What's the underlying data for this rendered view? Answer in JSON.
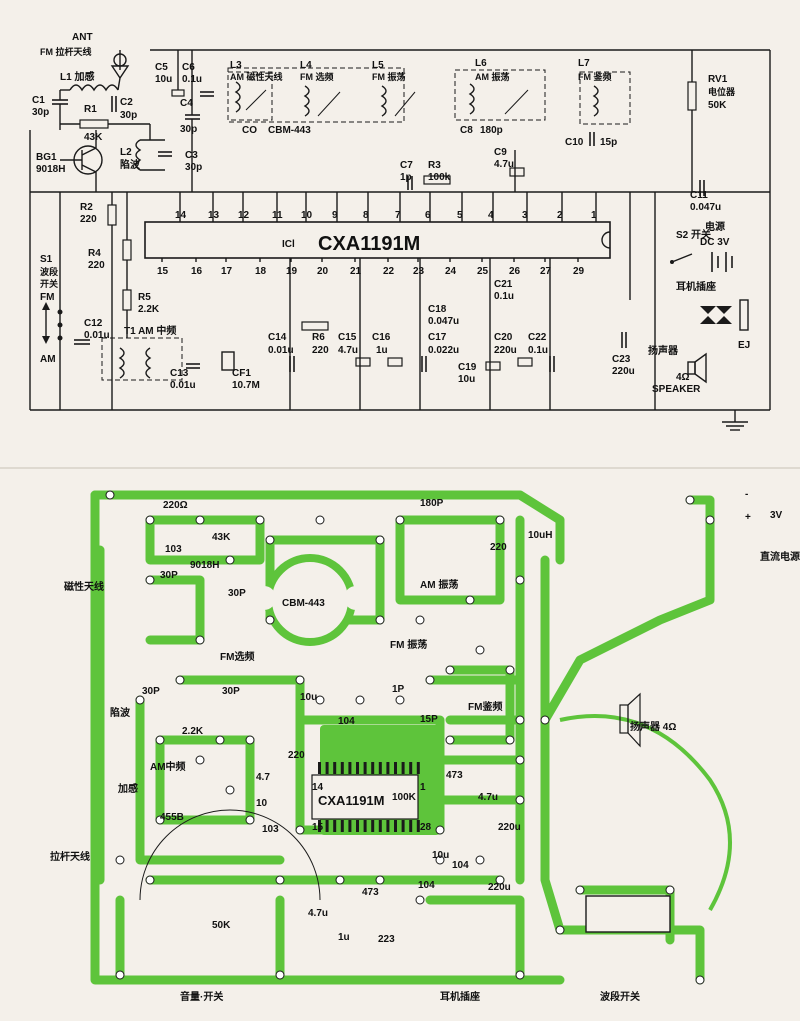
{
  "schematic": {
    "ic_ref": "ICl",
    "ic_name": "CXA1191M",
    "pins_top": [
      "14",
      "13",
      "12",
      "11",
      "10",
      "9",
      "8",
      "7",
      "6",
      "5",
      "4",
      "3",
      "2",
      "1"
    ],
    "pins_bottom": [
      "15",
      "16",
      "17",
      "18",
      "19",
      "20",
      "21",
      "22",
      "23",
      "24",
      "25",
      "26",
      "27",
      "29"
    ],
    "antenna": {
      "ant": "ANT",
      "fm_rod": "FM 拉杆天线"
    },
    "L1": "L1 加感",
    "C1": "C1",
    "C1_val": "30p",
    "R1": "R1",
    "R1_val": "43K",
    "C2": "C2",
    "C2_val": "30p",
    "BG1": "BG1",
    "BG1_val": "9018H",
    "L2": "L2",
    "L2_desc": "陷波",
    "C3": "C3",
    "C3_val": "30p",
    "C4": "C4",
    "C4_val": "30p",
    "C5": "C5",
    "C5_val": "10u",
    "C6": "C6",
    "C6_val": "0.1u",
    "L3": "L3",
    "L3_desc": "AM 磁性天线",
    "L4": "L4",
    "L4_desc": "FM 选频",
    "L5": "L5",
    "L5_desc": "FM 振荡",
    "L6": "L6",
    "L6_desc": "AM 振荡",
    "L7": "L7",
    "L7_desc": "FM 鉴频",
    "RV1": "RV1",
    "RV1_desc": "电位器",
    "RV1_val": "50K",
    "CO": "CO",
    "CBM": "CBM-443",
    "C8": "C8",
    "C8_val": "180p",
    "C10": "C10",
    "C10_val": "15p",
    "C7": "C7",
    "C7_val": "1p",
    "R3": "R3",
    "R3_val": "100k",
    "C9": "C9",
    "C9_val": "4.7u",
    "C11": "C11",
    "C11_val": "0.047u",
    "R2": "R2",
    "R2_val": "220",
    "R4": "R4",
    "R4_val": "220",
    "S1": "S1",
    "S1_desc": [
      "波段",
      "开关"
    ],
    "S1_fm": "FM",
    "S1_am": "AM",
    "S2": "S2 开关",
    "power": "电源",
    "power_val": "DC 3V",
    "earphone_jack": "耳机插座",
    "R5": "R5",
    "R5_val": "2.2K",
    "C12": "C12",
    "C12_val": "0.01u",
    "T1": "T1 AM 中频",
    "C13": "C13",
    "C13_val": "0.01u",
    "CF1": "CF1",
    "CF1_val": "10.7M",
    "C14": "C14",
    "C14_val": "0.01u",
    "R6": "R6",
    "R6_val": "220",
    "C15": "C15",
    "C15_val": "4.7u",
    "C16": "C16",
    "C16_val": "1u",
    "C17": "C17",
    "C17_val": "0.022u",
    "C18": "C18",
    "C18_val": "0.047u",
    "C19": "C19",
    "C19_val": "10u",
    "C20": "C20",
    "C20_val": "220u",
    "C21": "C21",
    "C21_val": "0.1u",
    "C22": "C22",
    "C22_val": "0.1u",
    "C23": "C23",
    "C23_val": "220u",
    "speaker_cn": "扬声器",
    "speaker_val": "4Ω",
    "speaker_en": "SPEAKER",
    "EJ": "EJ"
  },
  "pcb": {
    "labels": {
      "r220": "220Ω",
      "r43k": "43K",
      "c103": "103",
      "c30p_a": "30P",
      "q9018h": "9018H",
      "c30p_b": "30P",
      "c180p": "180P",
      "l10uh": "10uH",
      "r220b": "220",
      "am_osc": "AM 振荡",
      "cbm": "CBM-443",
      "fm_sel": "FM选频",
      "fm_osc": "FM 振荡",
      "mag_ant": "磁性天线",
      "dc_power": "直流电源",
      "dc_3v": "3V",
      "minus": "-",
      "plus": "+",
      "c30p_c": "30P",
      "c30p_d": "30P",
      "c10u": "10u",
      "c1p": "1P",
      "c15p": "15P",
      "c104_a": "104",
      "notch": "陷波",
      "r2_2k": "2.2K",
      "fm_disc": "FM鉴频",
      "speaker": "扬声器 4Ω",
      "am_if": "AM中频",
      "r220c": "220",
      "c473_a": "473",
      "c4_7u_a": "4.7u",
      "load": "加感",
      "ic": "CXA1191M",
      "r100k": "100K",
      "pin14": "14",
      "pin1": "1",
      "pin15": "15",
      "pin28": "28",
      "c10_a": "10",
      "c4_7_a": "4.7",
      "c103_b": "103",
      "c455b": "455B",
      "c220u_a": "220u",
      "c10u_b": "10u",
      "c104_b": "104",
      "rod_ant": "拉杆天线",
      "c220u_b": "220u",
      "c473_b": "473",
      "c104_c": "104",
      "c4_7u_b": "4.7u",
      "r50k": "50K",
      "c1u": "1u",
      "c223": "223",
      "vol_sw": "音量·开关",
      "ear_jack": "耳机插座",
      "band_sw": "波段开关"
    }
  }
}
